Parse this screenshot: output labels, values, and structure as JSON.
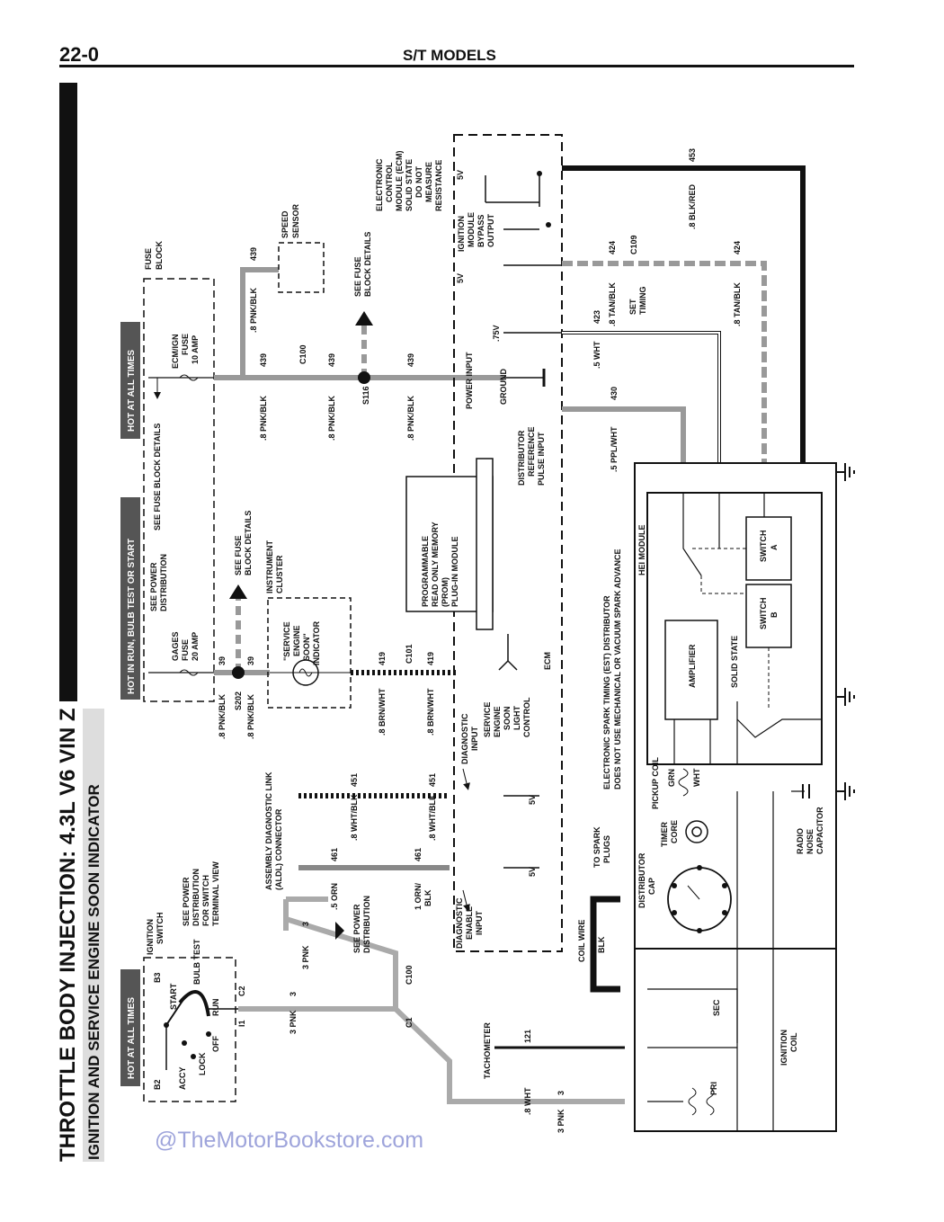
{
  "page": {
    "number": "22-0",
    "section": "S/T MODELS",
    "title": "THROTTLE BODY INJECTION: 4.3L V6 VIN Z",
    "subtitle": "IGNITION AND SERVICE ENGINE SOON INDICATOR",
    "watermark": "@TheMotorBookstore.com"
  },
  "banners": {
    "hot_at_all_times": "HOT AT ALL TIMES",
    "hot_in_run": "HOT IN RUN, BULB TEST OR START"
  },
  "ignition_switch": {
    "title": "IGNITION SWITCH",
    "note": [
      "SEE POWER",
      "DISTRIBUTION",
      "FOR SWITCH",
      "TERMINAL VIEW"
    ],
    "positions": [
      "START",
      "BULB TEST",
      "RUN",
      "OFF",
      "LOCK",
      "ACCY"
    ],
    "terminals": [
      "B2",
      "B3",
      "I1",
      "C2"
    ]
  },
  "fuse_block": {
    "title": "FUSE BLOCK",
    "gages_fuse": [
      "GAGES",
      "FUSE",
      "20 AMP"
    ],
    "ecm_fuse": [
      "ECM/IGN",
      "FUSE",
      "10 AMP"
    ],
    "see_power_distribution": [
      "SEE POWER",
      "DISTRIBUTION"
    ],
    "see_fuse_block_details": "SEE FUSE BLOCK DETAILS"
  },
  "instrument_cluster": {
    "title": [
      "INSTRUMENT",
      "CLUSTER"
    ],
    "indicator": [
      "\"SERVICE",
      "ENGINE",
      "SOON\"",
      "INDICATOR"
    ],
    "see_fuse": [
      "SEE FUSE",
      "BLOCK DETAILS"
    ]
  },
  "aldl": {
    "title": [
      "ASSEMBLY DIAGNOSTIC LINK",
      "(ALDL) CONNECTOR"
    ]
  },
  "ecm": {
    "label": "ECM",
    "description": [
      "ELECTRONIC",
      "CONTROL",
      "MODULE (ECM)",
      "SOLID STATE",
      "DO NOT",
      "MEASURE",
      "RESISTANCE"
    ],
    "prom": [
      "PROGRAMMABLE",
      "READ ONLY MEMORY",
      "(PROM)",
      "PLUG-IN MODULE"
    ],
    "power_input": "POWER INPUT",
    "ground": "GROUND",
    "distributor_ref": [
      "DISTRIBUTOR",
      "REFERENCE",
      "PULSE INPUT"
    ],
    "ign_bypass": [
      "IGNITION",
      "MODULE",
      "BYPASS",
      "OUTPUT"
    ],
    "ses_control": [
      "SERVICE",
      "ENGINE",
      "SOON",
      "LIGHT",
      "CONTROL"
    ],
    "diagnostic_input": [
      "DIAGNOSTIC",
      "INPUT"
    ],
    "diagnostic_enable": [
      "DIAGNOSTIC",
      "ENABLE",
      "INPUT"
    ],
    "v5": "5V",
    "v75": ".75V"
  },
  "speed_sensor": [
    "SPEED",
    "SENSOR"
  ],
  "see_fuse_block_details": [
    "SEE FUSE",
    "BLOCK DETAILS"
  ],
  "see_power_distribution": [
    "SEE POWER",
    "DISTRIBUTION"
  ],
  "set_timing": [
    "SET",
    "TIMING"
  ],
  "distributor": {
    "title": [
      "ELECTRONIC SPARK TIMING (EST) DISTRIBUTOR",
      "DOES NOT USE MECHANICAL OR VACUUM SPARK ADVANCE"
    ],
    "hei_module": "HEI MODULE",
    "amplifier": "AMPLIFIER",
    "solid_state": "SOLID STATE",
    "switch_a": [
      "SWITCH",
      "A"
    ],
    "switch_b": [
      "SWITCH",
      "B"
    ],
    "pickup_coil": "PICKUP COIL",
    "timer_core": [
      "TIMER",
      "CORE"
    ],
    "distributor_cap": [
      "DISTRIBUTOR",
      "CAP"
    ],
    "to_spark_plugs": [
      "TO SPARK",
      "PLUGS"
    ],
    "radio_capacitor": [
      "RADIO",
      "NOISE",
      "CAPACITOR"
    ],
    "ignition_coil": [
      "IGNITION",
      "COIL"
    ],
    "coil_wire": "COIL WIRE",
    "sec": "SEC",
    "pri": "PRI",
    "tachometer": "TACHOMETER"
  },
  "wires": {
    "w3pnk": "3 PNK",
    "w3": "3",
    "w8pnkblk": ".8 PNK/BLK",
    "w439": "439",
    "w39": "39",
    "w8brnwht": ".8 BRN/WHT",
    "w419": "419",
    "w8whtblk": ".8 WHT/BLK",
    "w451": "451",
    "w5orn": ".5 ORN",
    "w1ornblk": [
      "1 ORN/",
      "BLK"
    ],
    "w461": "461",
    "w8wht": ".8 WHT",
    "w121": "121",
    "w5pplwht": ".5 PPL/WHT",
    "w430": "430",
    "w5wht": ".5 WHT",
    "w423": "423",
    "w8tanblk": ".8 TAN/BLK",
    "w424": "424",
    "w8blkred": ".8 BLK/RED",
    "w453": "453",
    "blk": "BLK",
    "grn": "GRN",
    "wht": "WHT"
  },
  "connectors": [
    "C100",
    "C101",
    "C109",
    "C1",
    "C2",
    "S116",
    "S202"
  ]
}
